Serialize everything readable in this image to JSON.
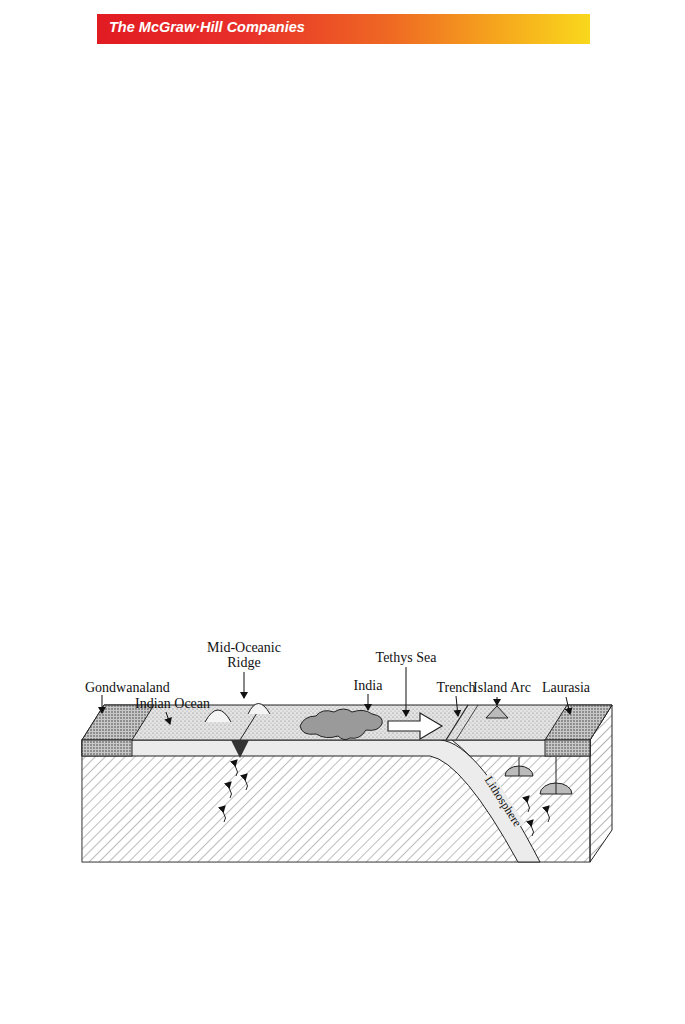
{
  "diagram": {
    "nodes": [
      {
        "text": [
          "The McGraw·Hill Companies"
        ]
      }
    ],
    "labels": [
      "Mid-Oceanic Ridge",
      "Tethys Sea",
      "Trench",
      "Island Arc",
      "Laurasia",
      "Gondwanaland",
      "India",
      "Indian Ocean",
      "Lithosphere"
    ]
  }
}
